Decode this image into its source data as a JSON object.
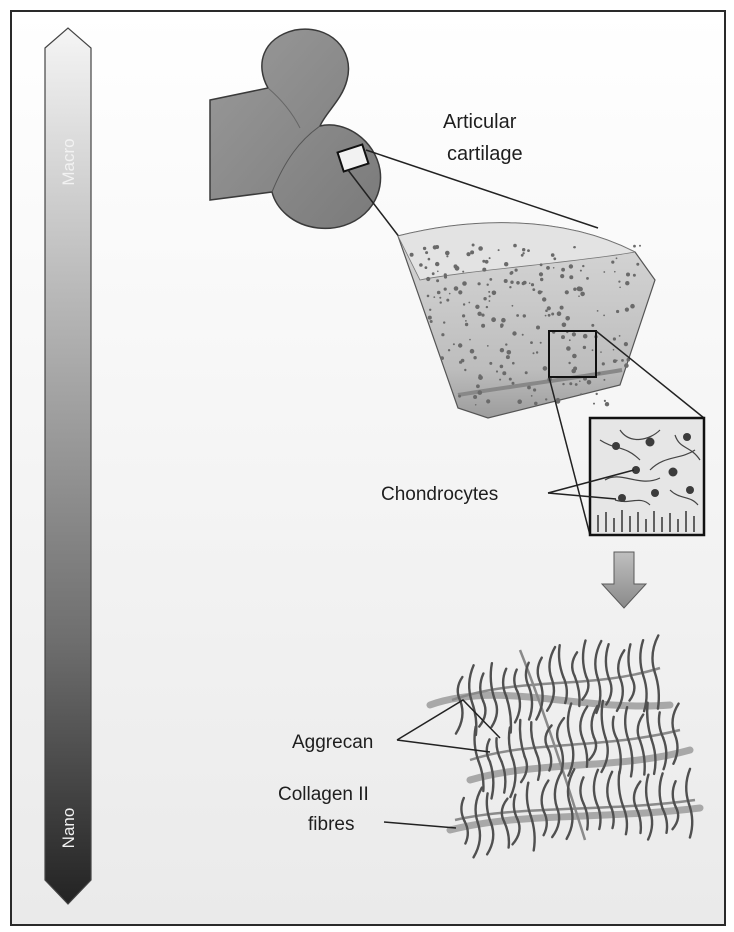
{
  "scale": {
    "top_label": "Macro",
    "bottom_label": "Nano"
  },
  "labels": {
    "articular_line1": "Articular",
    "articular_line2": "cartilage",
    "chondrocytes": "Chondrocytes",
    "aggrecan": "Aggrecan",
    "collagen_line1": "Collagen II",
    "collagen_line2": "fibres"
  },
  "colors": {
    "frame": "#2a2a2a",
    "scale_top": "#f4f4f4",
    "scale_bottom": "#262626",
    "bone": "#8a8a8a",
    "tissue": "#c6c6c6"
  }
}
